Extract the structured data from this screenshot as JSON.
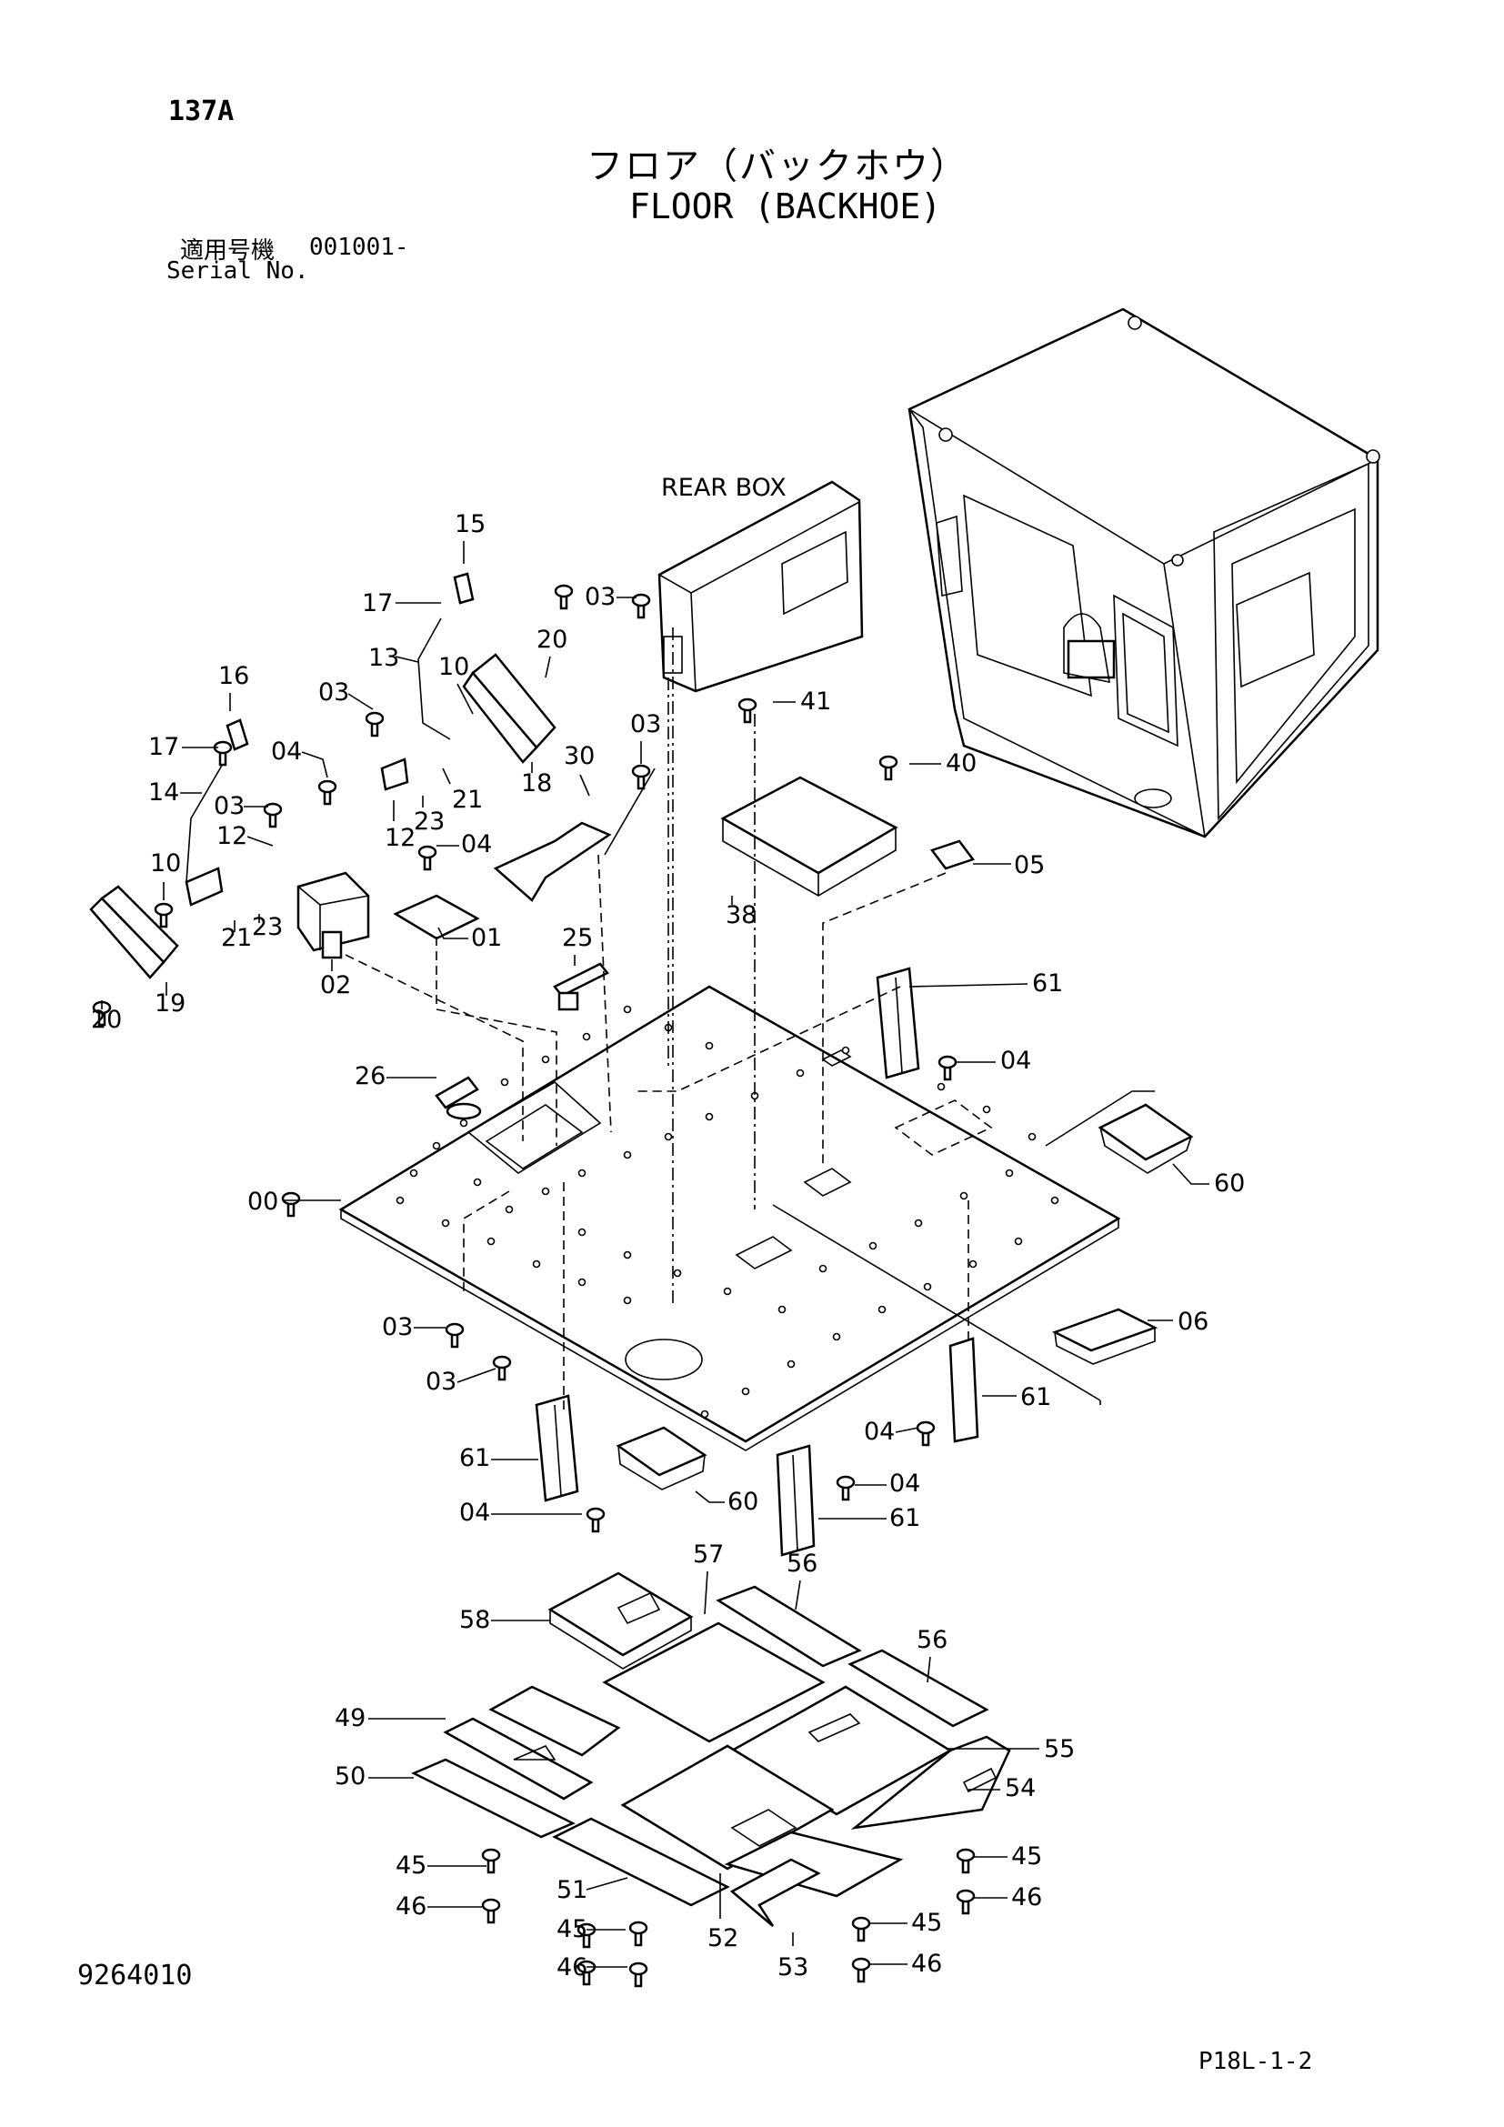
{
  "header": {
    "page_code": "137A",
    "title_jp": "フロア（バックホウ）",
    "title_en": "FLOOR (BACKHOE)",
    "serial_label_jp": "適用号機",
    "serial_value": "001001-",
    "serial_label_en": "Serial No."
  },
  "diagram": {
    "rear_box_label": "REAR BOX",
    "callouts": [
      {
        "id": "c15",
        "text": "15"
      },
      {
        "id": "c17a",
        "text": "17"
      },
      {
        "id": "c13",
        "text": "13"
      },
      {
        "id": "c10a",
        "text": "10"
      },
      {
        "id": "c20a",
        "text": "20"
      },
      {
        "id": "c03a",
        "text": "03"
      },
      {
        "id": "c03b",
        "text": "03"
      },
      {
        "id": "c16",
        "text": "16"
      },
      {
        "id": "c17b",
        "text": "17"
      },
      {
        "id": "c14",
        "text": "14"
      },
      {
        "id": "c04a",
        "text": "04"
      },
      {
        "id": "c03c",
        "text": "03"
      },
      {
        "id": "c12a",
        "text": "12"
      },
      {
        "id": "c12b",
        "text": "12"
      },
      {
        "id": "c23a",
        "text": "23"
      },
      {
        "id": "c21a",
        "text": "21"
      },
      {
        "id": "c18",
        "text": "18"
      },
      {
        "id": "c03d",
        "text": "03"
      },
      {
        "id": "c30",
        "text": "30"
      },
      {
        "id": "c41",
        "text": "41"
      },
      {
        "id": "c40",
        "text": "40"
      },
      {
        "id": "c10b",
        "text": "10"
      },
      {
        "id": "c04b",
        "text": "04"
      },
      {
        "id": "c01",
        "text": "01"
      },
      {
        "id": "c38",
        "text": "38"
      },
      {
        "id": "c05",
        "text": "05"
      },
      {
        "id": "c21b",
        "text": "21"
      },
      {
        "id": "c23b",
        "text": "23"
      },
      {
        "id": "c02",
        "text": "02"
      },
      {
        "id": "c25",
        "text": "25"
      },
      {
        "id": "c19",
        "text": "19"
      },
      {
        "id": "c20b",
        "text": "20"
      },
      {
        "id": "c61a",
        "text": "61"
      },
      {
        "id": "c04c",
        "text": "04"
      },
      {
        "id": "c26",
        "text": "26"
      },
      {
        "id": "c60a",
        "text": "60"
      },
      {
        "id": "c00",
        "text": "00"
      },
      {
        "id": "c06",
        "text": "06"
      },
      {
        "id": "c03e",
        "text": "03"
      },
      {
        "id": "c03f",
        "text": "03"
      },
      {
        "id": "c61b",
        "text": "61"
      },
      {
        "id": "c04d",
        "text": "04"
      },
      {
        "id": "c61c",
        "text": "61"
      },
      {
        "id": "c04e",
        "text": "04"
      },
      {
        "id": "c60b",
        "text": "60"
      },
      {
        "id": "c04f",
        "text": "04"
      },
      {
        "id": "c61d",
        "text": "61"
      },
      {
        "id": "c57",
        "text": "57"
      },
      {
        "id": "c56a",
        "text": "56"
      },
      {
        "id": "c58",
        "text": "58"
      },
      {
        "id": "c56b",
        "text": "56"
      },
      {
        "id": "c49",
        "text": "49"
      },
      {
        "id": "c55",
        "text": "55"
      },
      {
        "id": "c50",
        "text": "50"
      },
      {
        "id": "c54",
        "text": "54"
      },
      {
        "id": "c45a",
        "text": "45"
      },
      {
        "id": "c45b",
        "text": "45"
      },
      {
        "id": "c46a",
        "text": "46"
      },
      {
        "id": "c46b",
        "text": "46"
      },
      {
        "id": "c51",
        "text": "51"
      },
      {
        "id": "c45c",
        "text": "45"
      },
      {
        "id": "c45d",
        "text": "45"
      },
      {
        "id": "c46c",
        "text": "46"
      },
      {
        "id": "c52",
        "text": "52"
      },
      {
        "id": "c53",
        "text": "53"
      },
      {
        "id": "c46d",
        "text": "46"
      }
    ]
  },
  "footer": {
    "doc_id": "9264010",
    "page_ref": "P18L-1-2"
  }
}
